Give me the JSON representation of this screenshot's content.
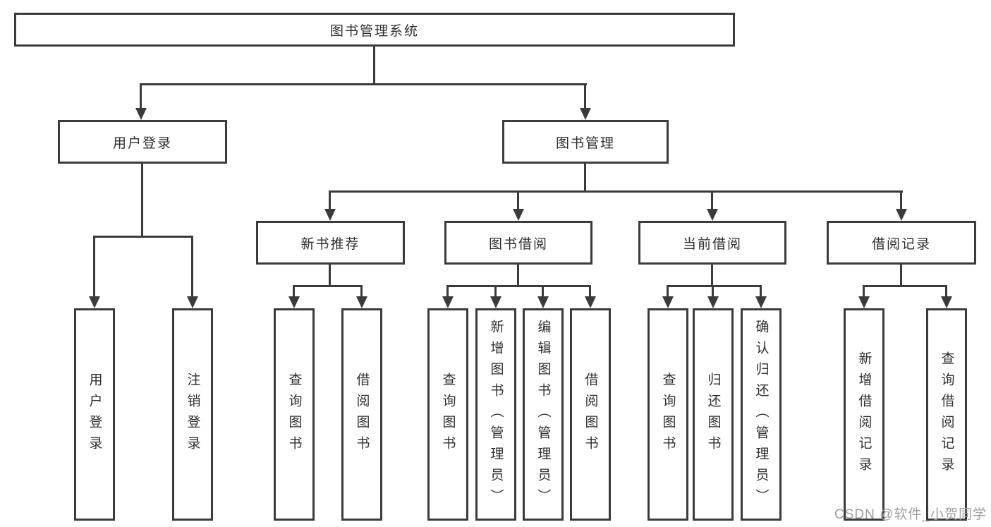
{
  "diagram": {
    "root": "图书管理系统",
    "branches": [
      {
        "label": "用户登录",
        "children": [
          "用户登录",
          "注销登录"
        ]
      },
      {
        "label": "图书管理",
        "children": [
          {
            "label": "新书推荐",
            "children": [
              "查询图书",
              "借阅图书"
            ]
          },
          {
            "label": "图书借阅",
            "children": [
              "查询图书",
              "新增图书（管理员）",
              "编辑图书（管理员）",
              "借阅图书"
            ]
          },
          {
            "label": "当前借阅",
            "children": [
              "查询图书",
              "归还图书",
              "确认归还（管理员）"
            ]
          },
          {
            "label": "借阅记录",
            "children": [
              "新增借阅记录",
              "查询借阅记录"
            ]
          }
        ]
      }
    ]
  },
  "watermark": "CSDN @软件_小贺同学",
  "colors": {
    "line": "#3b3b3b",
    "text": "#2f2f2f",
    "watermark": "#9f9f9f",
    "background": "#ffffff"
  }
}
